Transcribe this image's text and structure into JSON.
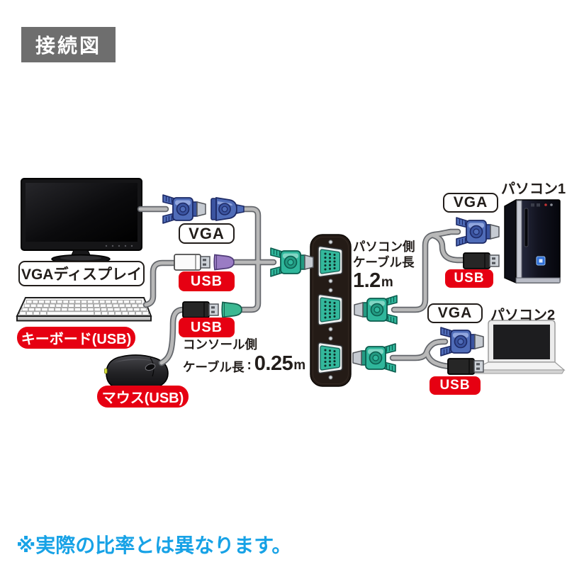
{
  "title": {
    "label": "接続図"
  },
  "console": {
    "display": {
      "label": "VGAディスプレイ"
    },
    "keyboard": {
      "label": "キーボード(USB)"
    },
    "mouse": {
      "label": "マウス(USB)"
    },
    "vga_badge": "VGA",
    "keyboard_usb_badge": "USB",
    "mouse_usb_badge": "USB",
    "cable_note": {
      "line1": "コンソール側",
      "line2": "ケーブル長",
      "separator": ":",
      "value": "0.25",
      "unit": "m"
    }
  },
  "pc_side": {
    "cable_note": {
      "line1": "パソコン側",
      "line2": "ケーブル長",
      "value": "1.2",
      "unit": "m"
    },
    "pc1": {
      "name": "パソコン1",
      "vga_badge": "VGA",
      "usb_badge": "USB"
    },
    "pc2": {
      "name": "パソコン2",
      "vga_badge": "VGA",
      "usb_badge": "USB"
    }
  },
  "note": {
    "text": "※実際の比率とは異なります。"
  },
  "colors": {
    "badge_red": "#e60012",
    "title_gray": "#6e6e6e",
    "note_blue": "#17a2e6",
    "text_dark": "#221d1a",
    "connector_blue": "#4f6cb8",
    "connector_teal": "#2fb69b",
    "usb_purple": "#9a7cc4",
    "usb_green": "#3cb892",
    "cable_gray": "#b8b8b8"
  }
}
